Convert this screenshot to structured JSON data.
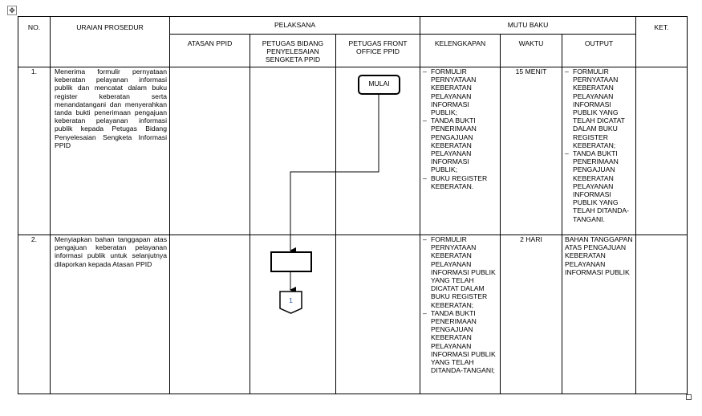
{
  "headers": {
    "no": "NO.",
    "uraian": "URAIAN PROSEDUR",
    "pelaksana": "PELAKSANA",
    "mutu_baku": "MUTU BAKU",
    "ket": "KET.",
    "atasan": "ATASAN PPID",
    "petugas_bidang": "PETUGAS BIDANG PENYELESAIAN SENGKETA PPID",
    "petugas_front": "PETUGAS FRONT OFFICE PPID",
    "kelengkapan": "KELENGKAPAN",
    "waktu": "WAKTU",
    "output": "OUTPUT"
  },
  "rows": [
    {
      "no": "1.",
      "uraian": "Menerima formulir pernyataan keberatan pelayanan informasi publik dan mencatat dalam buku register keberatan serta menandatangani dan menyerahkan tanda bukti penerimaan pengajuan keberatan pelayanan informasi publik kepada Petugas Bidang Penyelesaian Sengketa Informasi PPID",
      "kelengkapan": [
        "FORMULIR PERNYATAAN KEBERATAN PELAYANAN INFORMASI PUBLIK;",
        "TANDA BUKTI PENERIMAAN PENGAJUAN KEBERATAN PELAYANAN INFORMASI PUBLIK;",
        "BUKU REGISTER KEBERATAN."
      ],
      "waktu": "15 MENIT",
      "output": [
        "FORMULIR PERNYATAAN KEBERATAN PELAYANAN INFORMASI PUBLIK YANG TELAH DICATAT DALAM BUKU REGISTER KEBERATAN;",
        "TANDA BUKTI PENERIMAAN PENGAJUAN KEBERATAN PELAYANAN INFORMASI PUBLIK YANG TELAH DITANDA-TANGANI."
      ]
    },
    {
      "no": "2.",
      "uraian": "Menyiapkan bahan tanggapan atas pengajuan keberatan pelayanan informasi publik untuk selanjutnya dilaporkan kepada Atasan PPID",
      "kelengkapan": [
        "FORMULIR PERNYATAAN KEBERATAN PELAYANAN INFORMASI PUBLIK YANG TELAH DICATAT DALAM BUKU REGISTER KEBERATAN;",
        "TANDA BUKTI PENERIMAAN PENGAJUAN KEBERATAN PELAYANAN INFORMASI PUBLIK YANG TELAH DITANDA-TANGANI;"
      ],
      "waktu": "2 HARI",
      "output_text": "BAHAN TANGGAPAN ATAS PENGAJUAN KEBERATAN PELAYANAN INFORMASI PUBLIK"
    }
  ],
  "flowchart": {
    "start_label": "MULAI",
    "connector_label": "1"
  }
}
